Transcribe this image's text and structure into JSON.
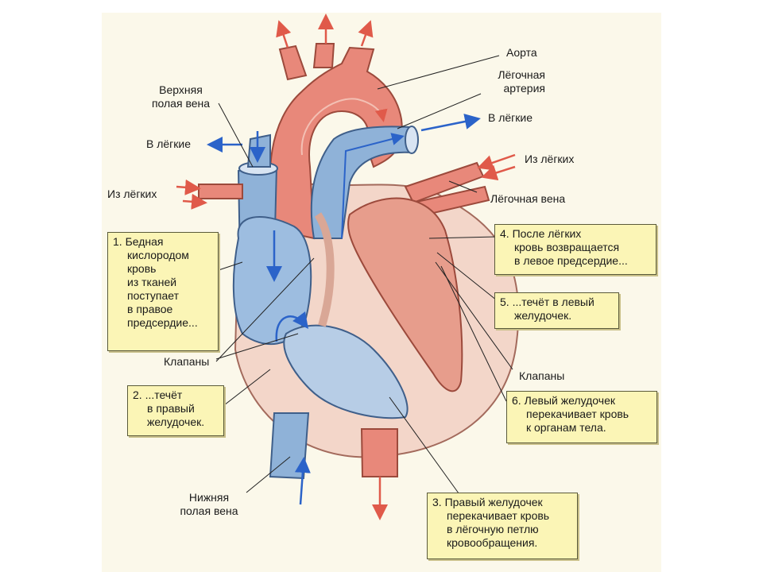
{
  "colors": {
    "background": "#fbf8ea",
    "oxygenated": "#e8887a",
    "deoxygenated": "#8fb2d8",
    "arrow_red": "#e05a4a",
    "arrow_blue": "#2b63c9",
    "callout_fill": "#fbf5b6"
  },
  "labels": {
    "aorta": "Аорта",
    "pulmonary_artery": [
      "Лёгочная",
      "артерия"
    ],
    "to_lungs_right": "В лёгкие",
    "superior_vena_cava": [
      "Верхняя",
      "полая вена"
    ],
    "to_lungs_left": "В лёгкие",
    "from_lungs_left": "Из лёгких",
    "from_lungs_right": "Из лёгких",
    "pulmonary_vein": "Лёгочная вена",
    "valves_left": "Клапаны",
    "valves_right": "Клапаны",
    "inferior_vena_cava": [
      "Нижняя",
      "полая вена"
    ]
  },
  "callouts": {
    "step1": [
      "1. Бедная",
      "кислородом",
      "кровь",
      "из тканей",
      "поступает",
      "в правое",
      "предсердие..."
    ],
    "step2": [
      "2. ...течёт",
      "в правый",
      "желудочек."
    ],
    "step3": [
      "3. Правый желудочек",
      "перекачивает кровь",
      "в лёгочную петлю",
      "кровообращения."
    ],
    "step4": [
      "4. После лёгких",
      "кровь возвращается",
      "в левое предсердие..."
    ],
    "step5": [
      "5. ...течёт в левый",
      "желудочек."
    ],
    "step6": [
      "6. Левый желудочек",
      "перекачивает кровь",
      "к органам тела."
    ]
  }
}
